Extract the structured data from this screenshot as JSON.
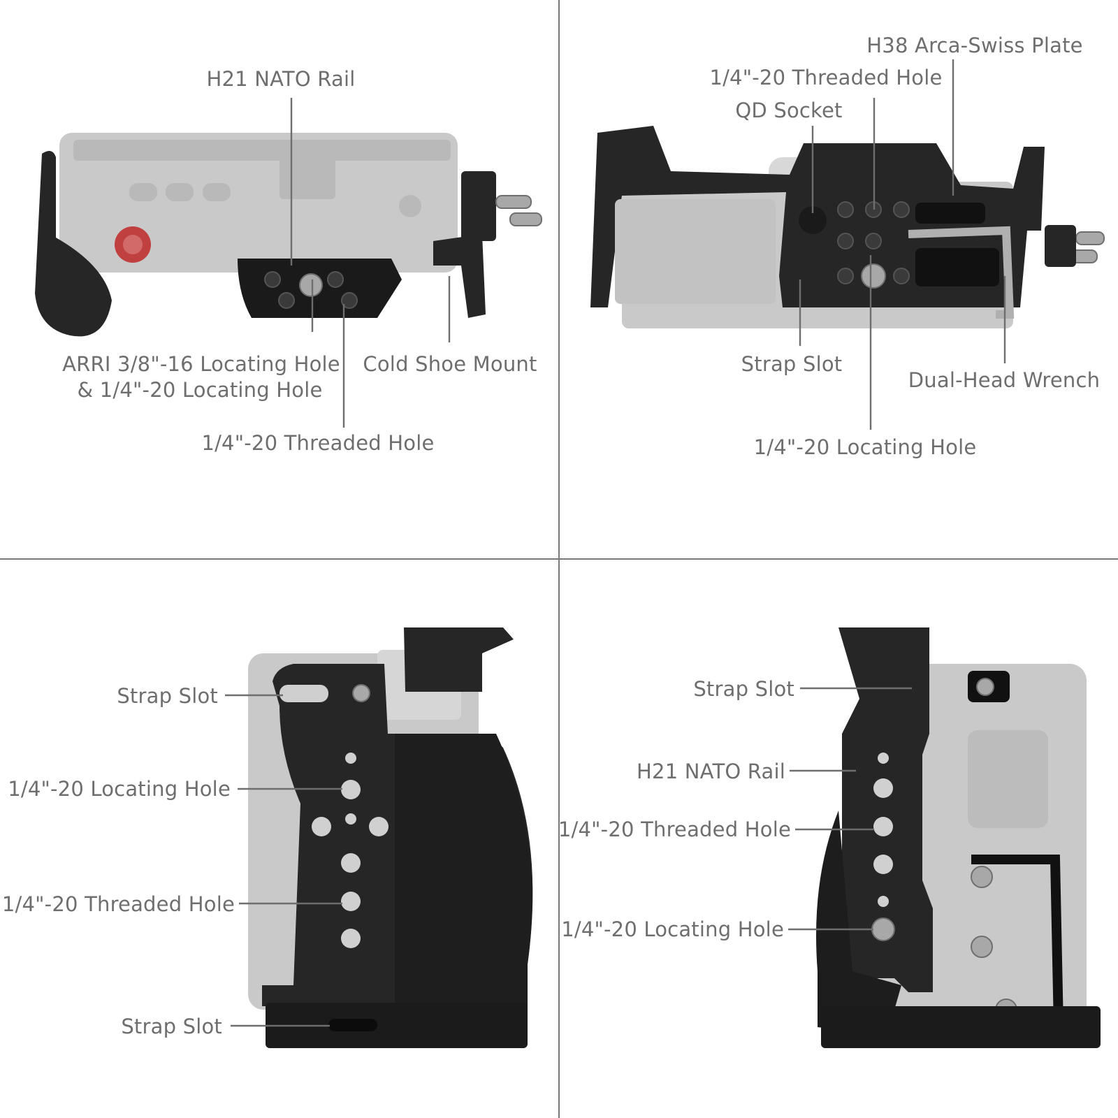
{
  "panels": [
    {
      "id": "top-left",
      "labels": [
        {
          "key": "nato",
          "text": "H21 NATO Rail"
        },
        {
          "key": "arri_1",
          "text": "ARRI 3/8\"-16 Locating Hole"
        },
        {
          "key": "arri_2",
          "text": "& 1/4\"-20 Locating Hole"
        },
        {
          "key": "cold",
          "text": "Cold Shoe Mount"
        },
        {
          "key": "thr",
          "text": "1/4\"-20 Threaded Hole"
        }
      ]
    },
    {
      "id": "top-right",
      "labels": [
        {
          "key": "arca",
          "text": "H38 Arca-Swiss Plate"
        },
        {
          "key": "thr",
          "text": "1/4\"-20 Threaded Hole"
        },
        {
          "key": "qd",
          "text": "QD Socket"
        },
        {
          "key": "strap",
          "text": "Strap Slot"
        },
        {
          "key": "wrench",
          "text": "Dual-Head Wrench"
        },
        {
          "key": "loc",
          "text": "1/4\"-20 Locating Hole"
        }
      ]
    },
    {
      "id": "bottom-left",
      "labels": [
        {
          "key": "strap_top",
          "text": "Strap Slot"
        },
        {
          "key": "loc",
          "text": "1/4\"-20 Locating Hole"
        },
        {
          "key": "thr",
          "text": "1/4\"-20 Threaded Hole"
        },
        {
          "key": "strap_bottom",
          "text": "Strap Slot"
        }
      ]
    },
    {
      "id": "bottom-right",
      "labels": [
        {
          "key": "strap",
          "text": "Strap Slot"
        },
        {
          "key": "nato",
          "text": "H21 NATO Rail"
        },
        {
          "key": "thr",
          "text": "1/4\"-20 Threaded Hole"
        },
        {
          "key": "loc",
          "text": "1/4\"-20 Locating Hole"
        }
      ]
    }
  ],
  "colors": {
    "label_text": "#6e6e6e",
    "divider": "#7a7a7a",
    "cage": "#262626",
    "camera_body": "#c9c9c9"
  }
}
